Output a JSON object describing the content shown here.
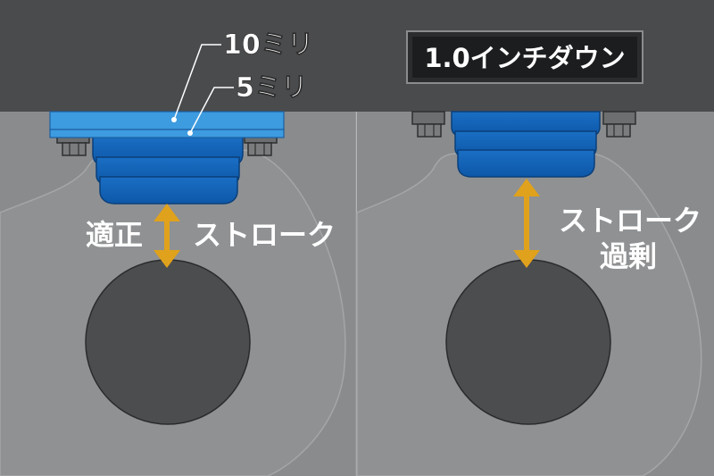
{
  "left_panel": {
    "spacer_thick_label": "10ミリ",
    "spacer_thin_label": "5ミリ",
    "stroke_label_left": "適正",
    "stroke_label_right": "ストローク"
  },
  "right_panel": {
    "badge_text": "1.0インチダウン",
    "stroke_label_line1": "ストローク",
    "stroke_label_line2": "過剰"
  },
  "colors": {
    "background_dark": "#4a4b4d",
    "chassis_gray": "#8a8c8e",
    "axle_dark": "#4c4d4f",
    "spacer_light_blue": "#3d9be0",
    "bumper_blue": "#1161b5",
    "arrow_gold": "#e0a21c"
  }
}
